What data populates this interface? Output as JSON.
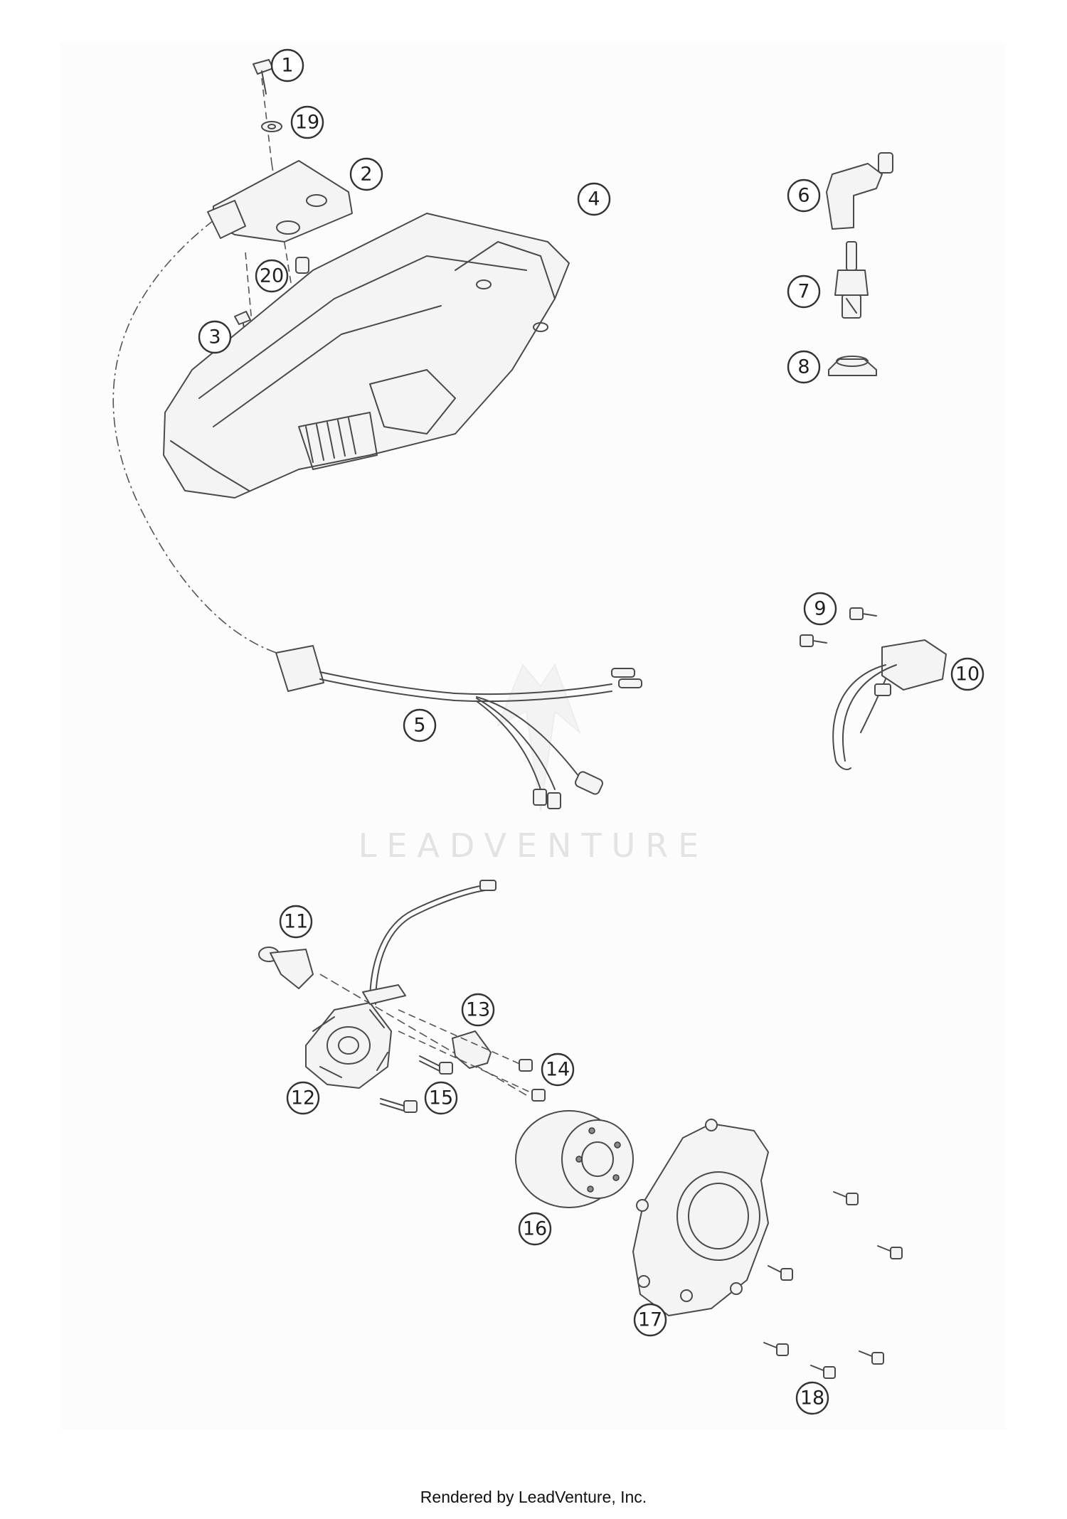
{
  "callouts": {
    "c1": "1",
    "c2": "2",
    "c3": "3",
    "c4": "4",
    "c5": "5",
    "c6": "6",
    "c7": "7",
    "c8": "8",
    "c9": "9",
    "c10": "10",
    "c11": "11",
    "c12": "12",
    "c13": "13",
    "c14": "14",
    "c15": "15",
    "c16": "16",
    "c17": "17",
    "c18": "18",
    "c19": "19",
    "c20": "20"
  },
  "watermark": {
    "text": "LEADVENTURE"
  },
  "footer": {
    "text": "Rendered by LeadVenture, Inc."
  },
  "colors": {
    "line": "#4a4a4a",
    "watermark": "#e3e3e3",
    "background": "#ffffff"
  }
}
